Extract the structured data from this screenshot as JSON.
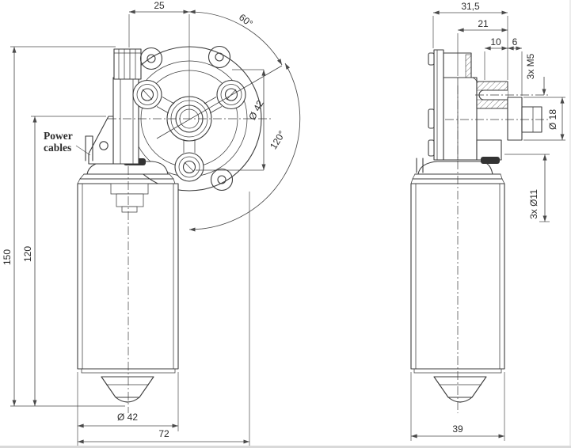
{
  "colors": {
    "line": "#3d3d3d",
    "dim": "#4a4a4a",
    "background": "#ffffff",
    "gasket": "#333333"
  },
  "front_view": {
    "dim_offset": "25",
    "dim_angle_top": "60°",
    "dim_bolt_circle": "Ø 42",
    "dim_angle_lower": "120°",
    "dim_overall_height": "150",
    "dim_motor_height": "120",
    "dim_motor_diameter": "Ø 42",
    "dim_overall_width": "72",
    "power_label_line1": "Power",
    "power_label_line2": "cables"
  },
  "side_view": {
    "dim_overall_depth": "31,5",
    "dim_gearbox_depth": "21",
    "dim_boss_depth": "10",
    "dim_hub_length": "6",
    "dim_mounting_thread": "3x M5",
    "dim_shaft_diameter": "Ø 18",
    "dim_hole_diameter": "3x Ø11",
    "dim_motor_depth": "39"
  }
}
